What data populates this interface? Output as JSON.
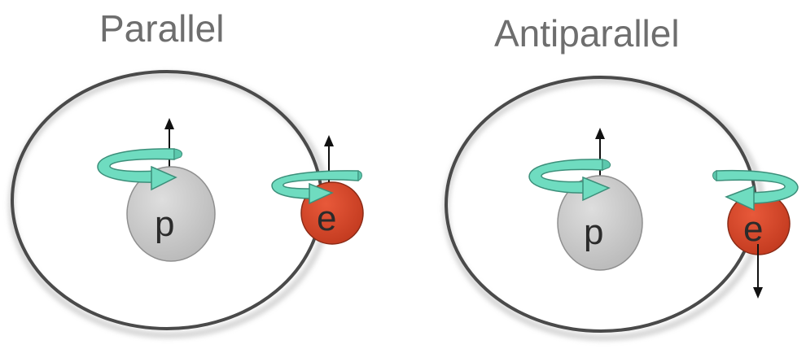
{
  "panels": [
    {
      "title": "Parallel",
      "proton_label": "p",
      "electron_label": "e",
      "electron_spin": "up"
    },
    {
      "title": "Antiparallel",
      "proton_label": "p",
      "electron_label": "e",
      "electron_spin": "down"
    }
  ],
  "colors": {
    "title": "#6e6e6e",
    "orbit": "#4a4a4a",
    "proton": "#c9c9c9",
    "electron": "#d9442a",
    "spin_ribbon": "#6fdcc0",
    "arrow": "#111111"
  },
  "icons": [
    "spin-arrow",
    "rotation-ribbon"
  ]
}
